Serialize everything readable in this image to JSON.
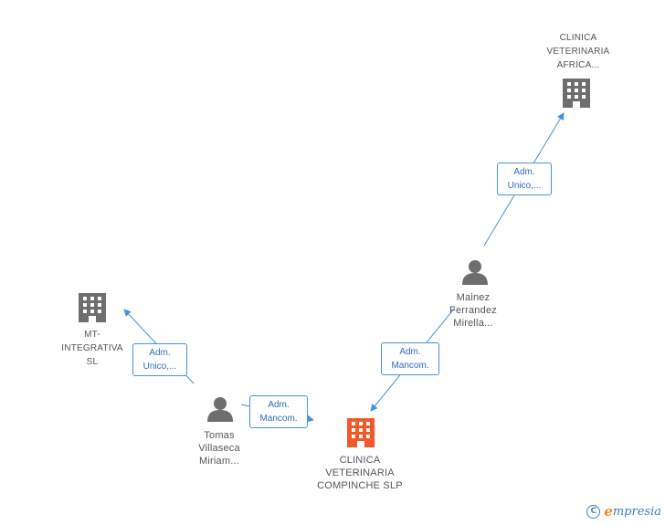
{
  "nodes": {
    "clinica_africa": {
      "type": "company",
      "lines": [
        "CLINICA",
        "VETERINARIA",
        "AFRICA..."
      ]
    },
    "mt_integrativa": {
      "type": "company",
      "lines": [
        "MT-",
        "INTEGRATIVA",
        "SL"
      ]
    },
    "clinica_compinche": {
      "type": "company",
      "highlighted": true,
      "lines": [
        "CLINICA",
        "VETERINARIA",
        "COMPINCHE SLP"
      ]
    },
    "mainez": {
      "type": "person",
      "lines": [
        "Mainez",
        "Ferrandez",
        "Mirella..."
      ]
    },
    "tomas": {
      "type": "person",
      "lines": [
        "Tomas",
        "Villaseca",
        "Miriam..."
      ]
    }
  },
  "edges": [
    {
      "from": "mainez",
      "to": "clinica_africa",
      "lines": [
        "Adm.",
        "Unico,..."
      ]
    },
    {
      "from": "tomas",
      "to": "mt_integrativa",
      "lines": [
        "Adm.",
        "Unico,..."
      ]
    },
    {
      "from": "tomas",
      "to": "clinica_compinche",
      "lines": [
        "Adm.",
        "Mancom."
      ]
    },
    {
      "from": "mainez",
      "to": "clinica_compinche",
      "lines": [
        "Adm.",
        "Mancom."
      ]
    }
  ],
  "colors": {
    "company": "#6e6e6e",
    "company_highlight": "#f05a28",
    "person": "#6e6e6e",
    "edge": "#4a90d9",
    "label": "#555555"
  },
  "brand": {
    "copyright_symbol": "C",
    "first_letter": "e",
    "rest": "mpresia"
  }
}
